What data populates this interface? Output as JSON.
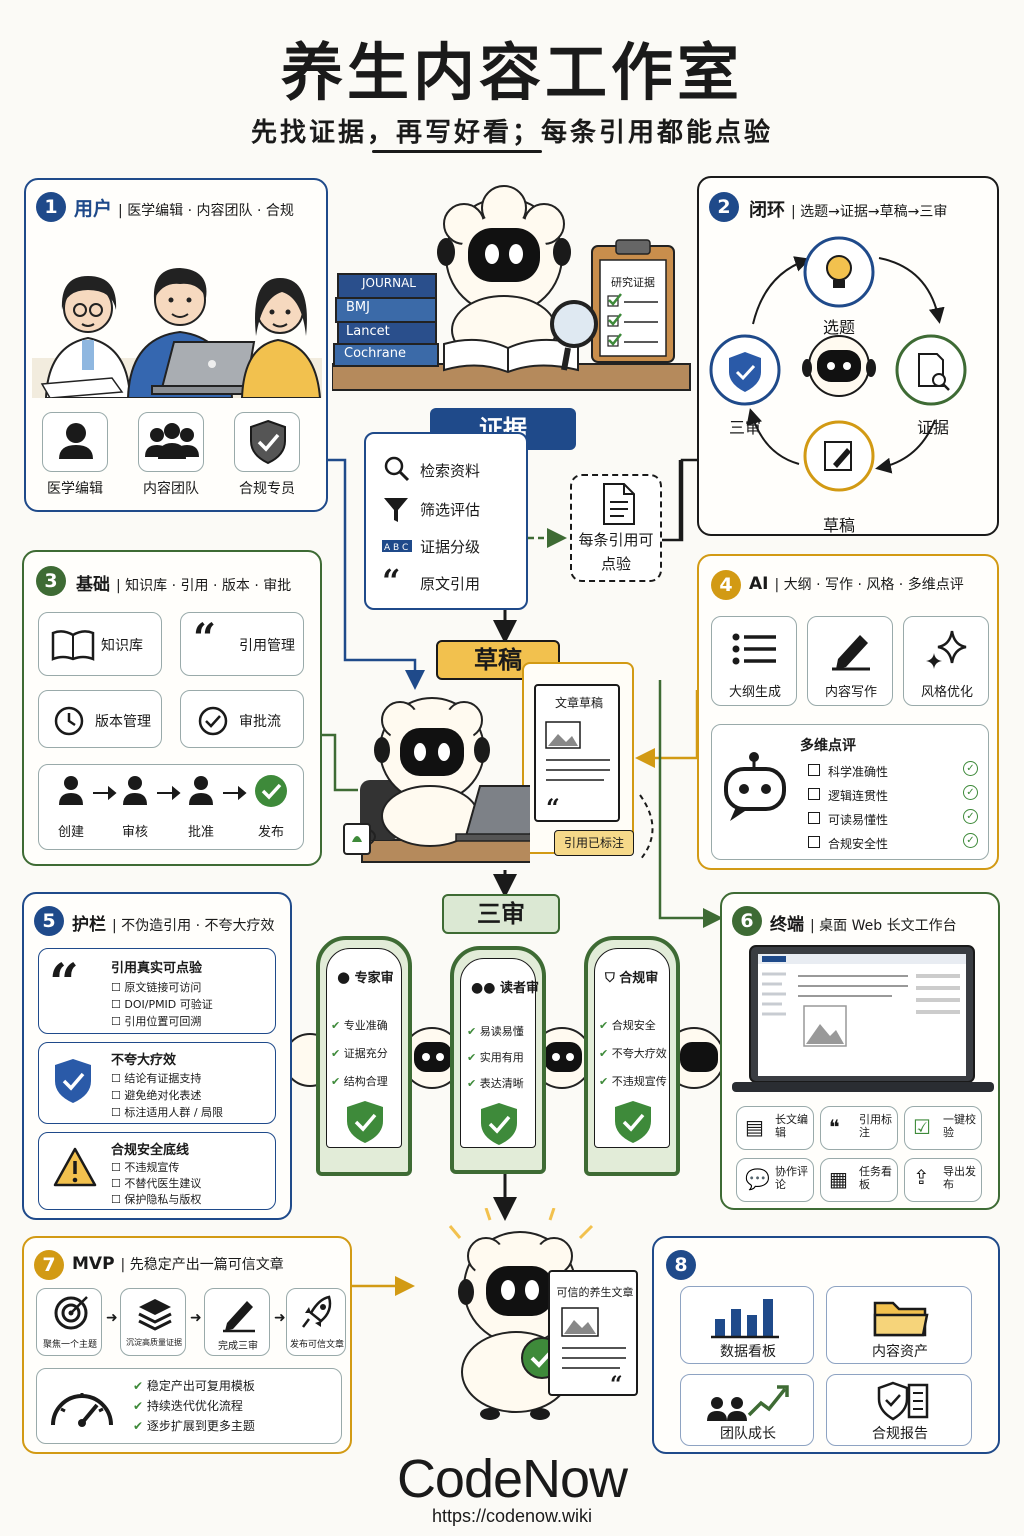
{
  "title": "养生内容工作室",
  "subtitle": "先找证据，再写好看；每条引用都能点验",
  "colors": {
    "blue": "#1f4a8a",
    "green": "#3e6b34",
    "gold": "#d29a14",
    "check": "#3e8a3a"
  },
  "p1": {
    "num": "1",
    "title": "用户",
    "sub": "医学编辑 · 内容团队 · 合规",
    "roles": [
      {
        "label": "医学编辑",
        "icon": "person-icon"
      },
      {
        "label": "内容团队",
        "icon": "team-icon"
      },
      {
        "label": "合规专员",
        "icon": "shield-check-icon"
      }
    ]
  },
  "p2": {
    "num": "2",
    "title": "闭环",
    "sub": "选题→证据→草稿→三审",
    "nodes": [
      "选题",
      "证据",
      "草稿",
      "三审"
    ]
  },
  "p3": {
    "num": "3",
    "title": "基础",
    "sub": "知识库 · 引用 · 版本 · 审批",
    "items": [
      "知识库",
      "引用管理",
      "版本管理",
      "审批流"
    ],
    "flow": [
      "创建",
      "审核",
      "批准",
      "发布"
    ]
  },
  "p4": {
    "num": "4",
    "title": "AI",
    "sub": "大纲 · 写作 · 风格 · 多维点评",
    "tools": [
      "大纲生成",
      "内容写作",
      "风格优化"
    ],
    "review_title": "多维点评",
    "review": [
      "科学准确性",
      "逻辑连贯性",
      "可读易懂性",
      "合规安全性"
    ]
  },
  "p5": {
    "num": "5",
    "title": "护栏",
    "sub": "不伪造引用 · 不夸大疗效",
    "groups": [
      {
        "title": "引用真实可点验",
        "items": [
          "原文链接可访问",
          "DOI/PMID 可验证",
          "引用位置可回溯"
        ]
      },
      {
        "title": "不夸大疗效",
        "items": [
          "结论有证据支持",
          "避免绝对化表述",
          "标注适用人群 / 局限"
        ]
      },
      {
        "title": "合规安全底线",
        "items": [
          "不违规宣传",
          "不替代医生建议",
          "保护隐私与版权"
        ]
      }
    ]
  },
  "p6": {
    "num": "6",
    "title": "终端",
    "sub": "桌面 Web 长文工作台",
    "tiles": [
      "长文编辑",
      "引用标注",
      "一键校验",
      "协作评论",
      "任务看板",
      "导出发布"
    ]
  },
  "p7": {
    "num": "7",
    "title": "MVP",
    "sub": "先稳定产出一篇可信文章",
    "steps": [
      "聚焦一个主题",
      "沉淀高质量证据",
      "完成三审",
      "发布可信文章"
    ],
    "goals": [
      "稳定产出可复用模板",
      "持续迭代优化流程",
      "逐步扩展到更多主题"
    ]
  },
  "p8": {
    "num": "8",
    "tiles": [
      "数据看板",
      "内容资产",
      "团队成长",
      "合规报告"
    ]
  },
  "evidence": {
    "tag": "证据",
    "steps": [
      "检索资料",
      "筛选评估",
      "证据分级",
      "原文引用"
    ],
    "note": "每条引用可点验"
  },
  "books": [
    "JOURNAL",
    "BMJ",
    "Lancet",
    "Cochrane"
  ],
  "clipboard": "研究证据",
  "draft": {
    "tag": "草稿",
    "doc": "文章草稿",
    "badge": "引用已标注"
  },
  "review3": {
    "tag": "三审",
    "boards": [
      {
        "title": "专家审",
        "items": [
          "专业准确",
          "证据充分",
          "结构合理"
        ]
      },
      {
        "title": "读者审",
        "items": [
          "易读易懂",
          "实用有用",
          "表达清晰"
        ]
      },
      {
        "title": "合规审",
        "items": [
          "合规安全",
          "不夸大疗效",
          "不违规宣传"
        ]
      }
    ]
  },
  "final_doc": "可信的养生文章",
  "brand": "CodeNow",
  "url": "https://codenow.wiki"
}
